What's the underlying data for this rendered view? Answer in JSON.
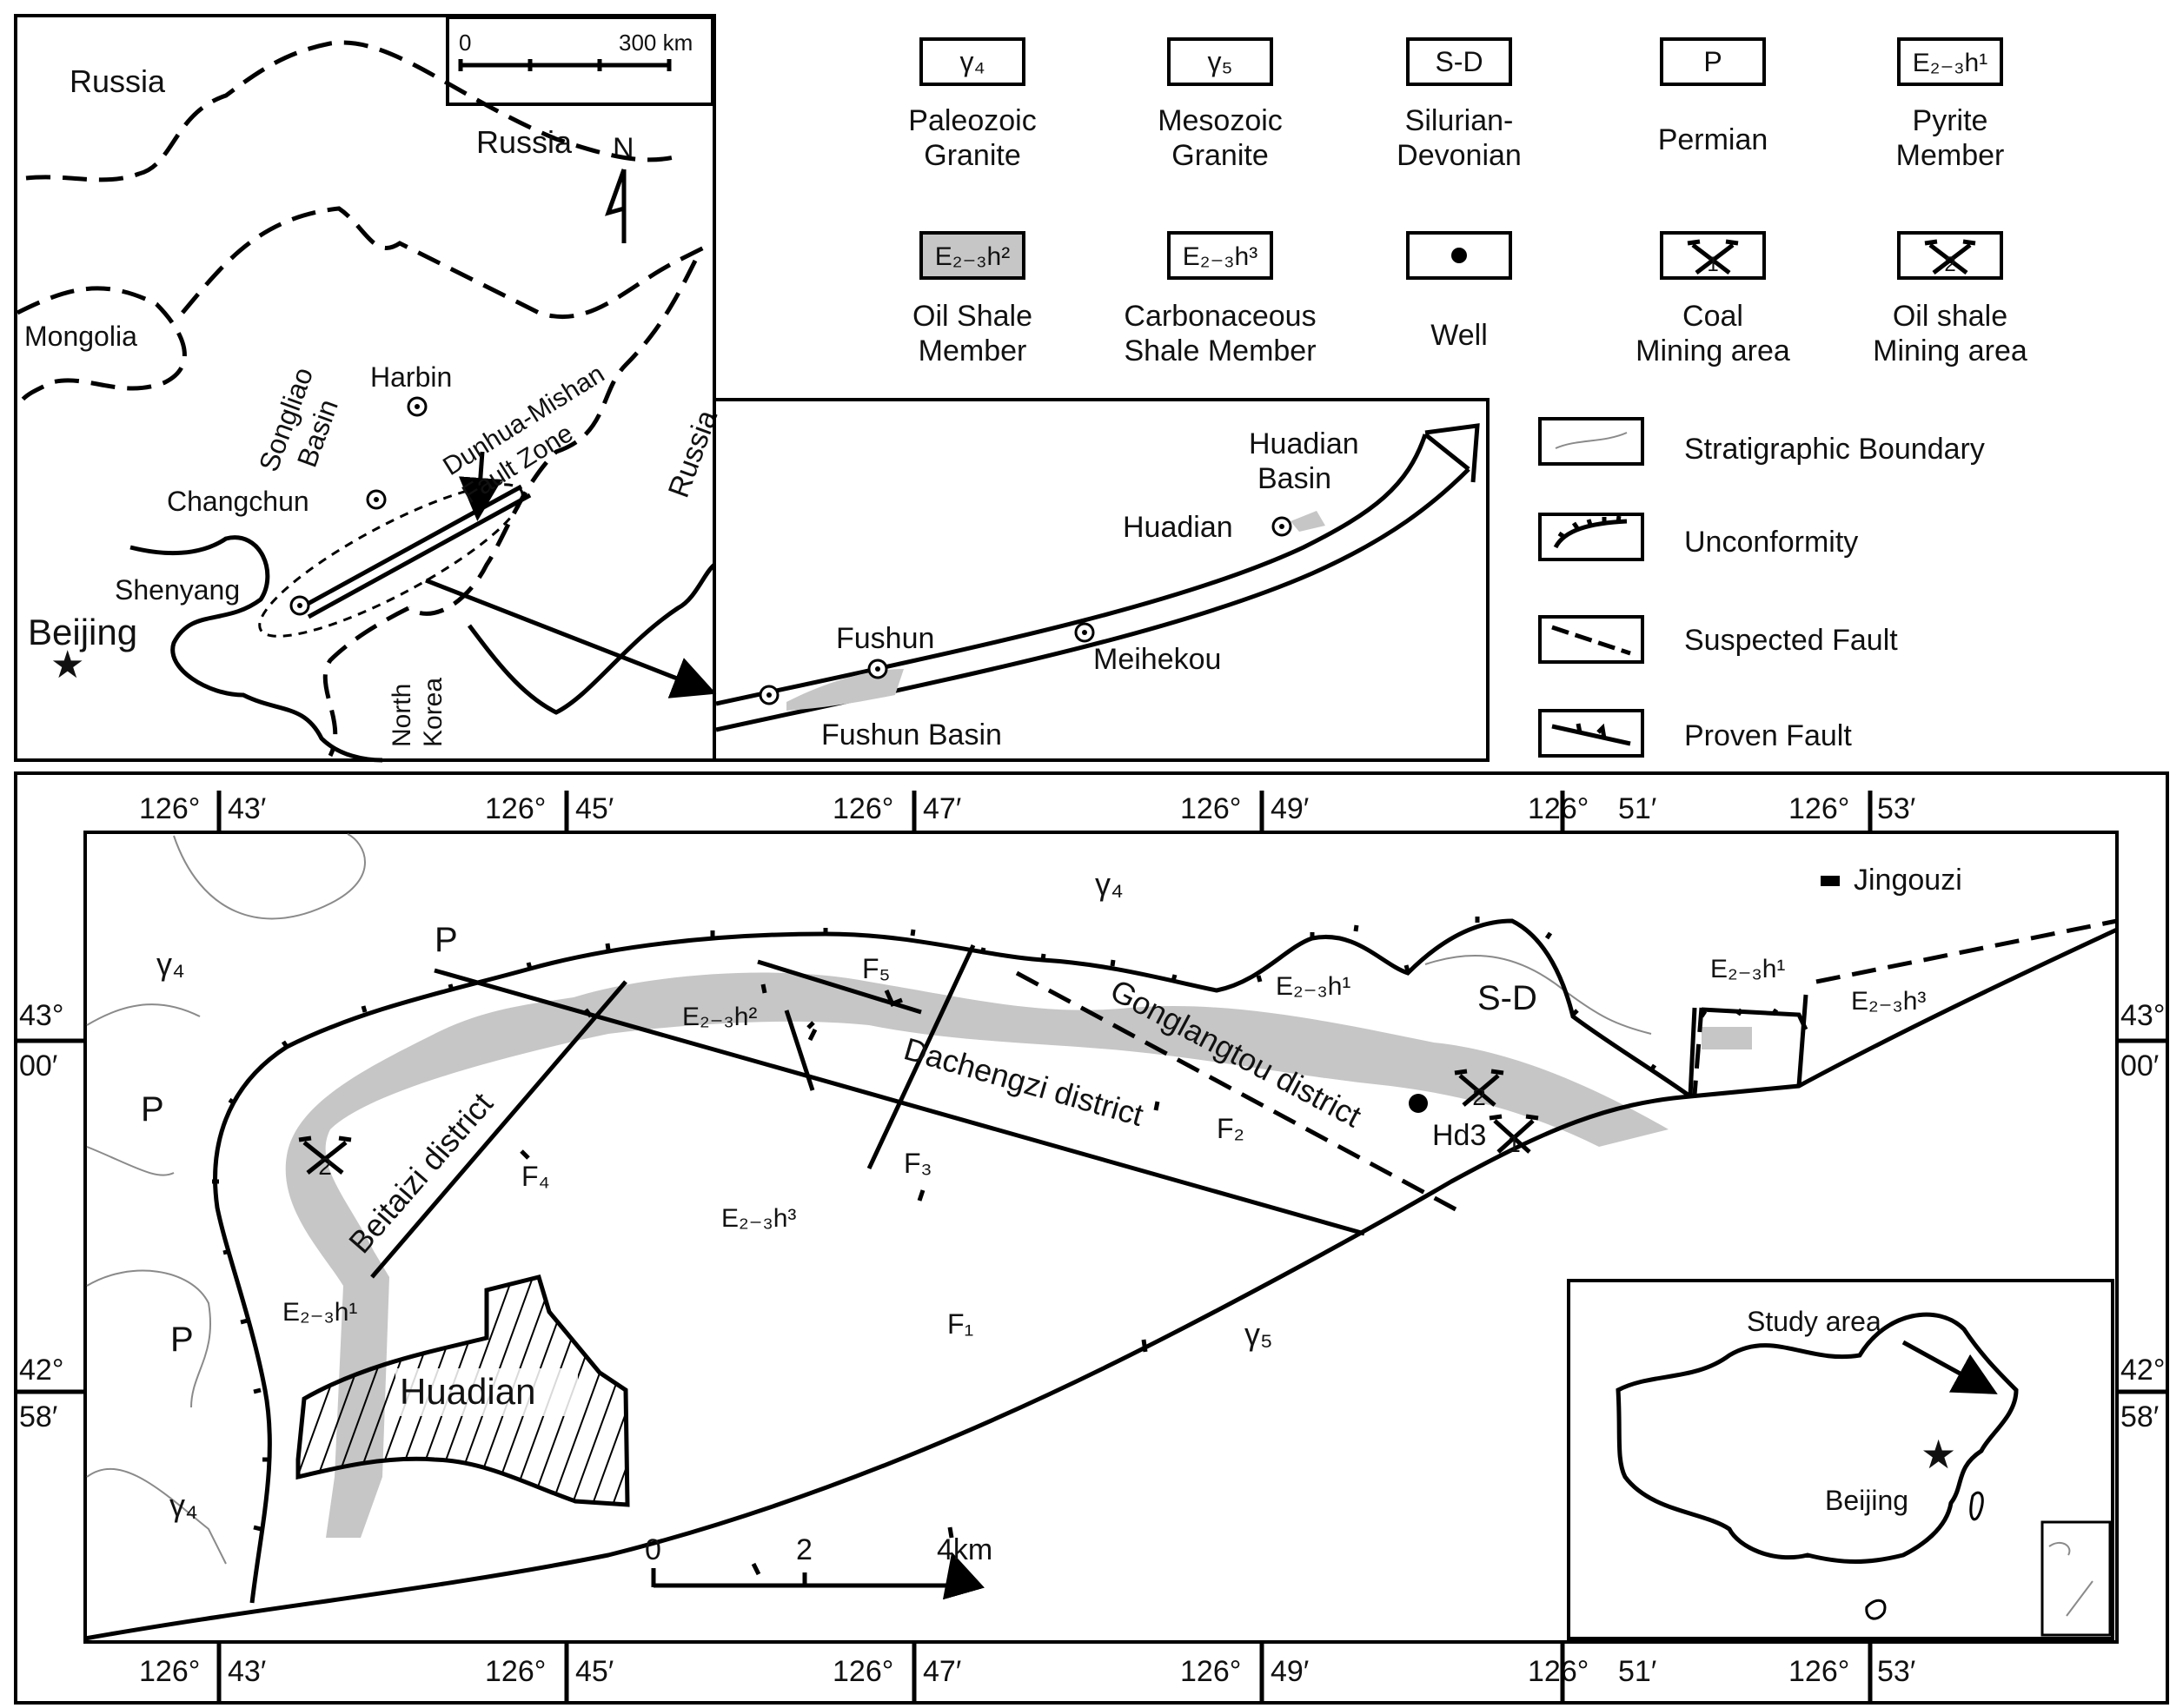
{
  "colors": {
    "ink": "#111111",
    "oil_shale_fill": "#c6c6c6",
    "paper": "#ffffff",
    "boundary_grey": "#8a8a8a"
  },
  "overview_map": {
    "scale_zero": "0",
    "scale_end": "300 km",
    "north": "N",
    "labels": {
      "russia_1": "Russia",
      "russia_2": "Russia",
      "russia_3": "Russia",
      "mongolia": "Mongolia",
      "harbin": "Harbin",
      "songliao_1": "Songliao",
      "songliao_2": "Basin",
      "changchun": "Changchun",
      "shenyang": "Shenyang",
      "beijing": "Beijing",
      "north_korea_1": "North",
      "north_korea_2": "Korea",
      "fault_zone_1": "Dunhua-Mishan",
      "fault_zone_2": "Fault Zone"
    }
  },
  "fault_zone_inset": {
    "huadian_basin_1": "Huadian",
    "huadian_basin_2": "Basin",
    "huadian": "Huadian",
    "meihekou": "Meihekou",
    "fushun": "Fushun",
    "fushun_basin": "Fushun Basin"
  },
  "legend": {
    "row1": [
      {
        "symbol": "γ₄",
        "line1": "Paleozoic",
        "line2": "Granite"
      },
      {
        "symbol": "γ₅",
        "line1": "Mesozoic",
        "line2": "Granite"
      },
      {
        "symbol": "S-D",
        "line1": "Silurian-",
        "line2": "Devonian"
      },
      {
        "symbol": "P",
        "line1": "Permian",
        "line2": ""
      },
      {
        "symbol": "E₂₋₃h¹",
        "line1": "Pyrite",
        "line2": "Member"
      }
    ],
    "row2": [
      {
        "symbol": "E₂₋₃h²",
        "line1": "Oil Shale",
        "line2": "Member"
      },
      {
        "symbol": "E₂₋₃h³",
        "line1": "Carbonaceous",
        "line2": "Shale Member"
      },
      {
        "symbol": "",
        "line1": "Well",
        "line2": ""
      },
      {
        "symbol": "1",
        "line1": "Coal",
        "line2": "Mining area"
      },
      {
        "symbol": "2",
        "line1": "Oil shale",
        "line2": "Mining area"
      }
    ],
    "lines": [
      {
        "label": "Stratigraphic Boundary"
      },
      {
        "label": "Unconformity"
      },
      {
        "label": "Suspected Fault"
      },
      {
        "label": "Proven Fault"
      }
    ]
  },
  "main_map": {
    "lon_top": [
      "126°",
      "43′",
      "126°",
      "45′",
      "126°",
      "47′",
      "126°",
      "49′",
      "126°",
      "51′",
      "126°",
      "53′"
    ],
    "lon_bottom": [
      "126°",
      "43′",
      "126°",
      "45′",
      "126°",
      "47′",
      "126°",
      "49′",
      "126°",
      "51′",
      "126°",
      "53′"
    ],
    "lat_left": [
      "43°",
      "00′",
      "42°",
      "58′"
    ],
    "lat_right": [
      "43°",
      "00′",
      "42°",
      "58′"
    ],
    "units": {
      "g4_top": "γ₄",
      "g4_left": "γ₄",
      "g4_bottom": "γ₄",
      "g5": "γ₅",
      "p_top": "P",
      "p_left": "P",
      "p_bottom": "P",
      "sd": "S-D",
      "h1_left": "E₂₋₃h¹",
      "h1_mid": "E₂₋₃h¹",
      "h1_right": "E₂₋₃h¹",
      "h2": "E₂₋₃h²",
      "h3_center": "E₂₋₃h³",
      "h3_right": "E₂₋₃h³"
    },
    "faults": {
      "f1": "F₁",
      "f2": "F₂",
      "f3": "F₃",
      "f4": "F₄",
      "f5": "F₅"
    },
    "districts": {
      "beitaizi": "Beitaizi district",
      "dachengzi": "Dachengzi district",
      "gonglangtou": "Gonglangtou district"
    },
    "places": {
      "jingouzi": "Jingouzi",
      "huadian": "Huadian",
      "well": "Hd3"
    },
    "mining": {
      "m1": "1",
      "m2_left": "2",
      "m2_right": "2"
    },
    "scale": {
      "s0": "0",
      "s2": "2",
      "s4": "4km"
    }
  },
  "china_inset": {
    "study_area": "Study area",
    "beijing": "Beijing"
  }
}
